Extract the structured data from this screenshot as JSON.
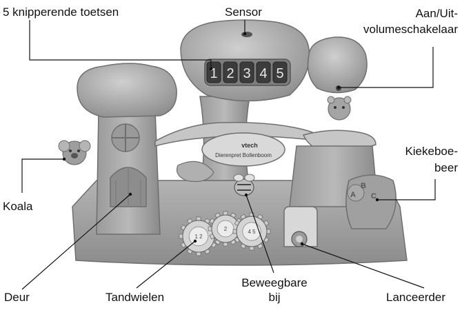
{
  "labels": {
    "buttons": "5 knipperende toetsen",
    "sensor": "Sensor",
    "volume_line1": "Aan/Uit-",
    "volume_line2": "volumeschakelaar",
    "koala": "Koala",
    "peekaboo_line1": "Kiekeboe-",
    "peekaboo_line2": "beer",
    "door": "Deur",
    "gears": "Tandwielen",
    "bee_line1": "Beweegbare",
    "bee_line2": "bij",
    "launcher": "Lanceerder"
  },
  "product": {
    "brand": "vtech",
    "name": "Dierenpret Bollenboom"
  },
  "button_numbers": [
    "1",
    "2",
    "3",
    "4",
    "5"
  ],
  "gear_labels": [
    "1 2",
    "2",
    "4 5"
  ],
  "bear_letters": [
    "A",
    "B",
    "C"
  ],
  "colors": {
    "toy_fill": "#a8a8a8",
    "toy_light": "#c8c8c8",
    "toy_dark": "#6e6e6e",
    "leader_line": "#111111",
    "text": "#111111"
  }
}
